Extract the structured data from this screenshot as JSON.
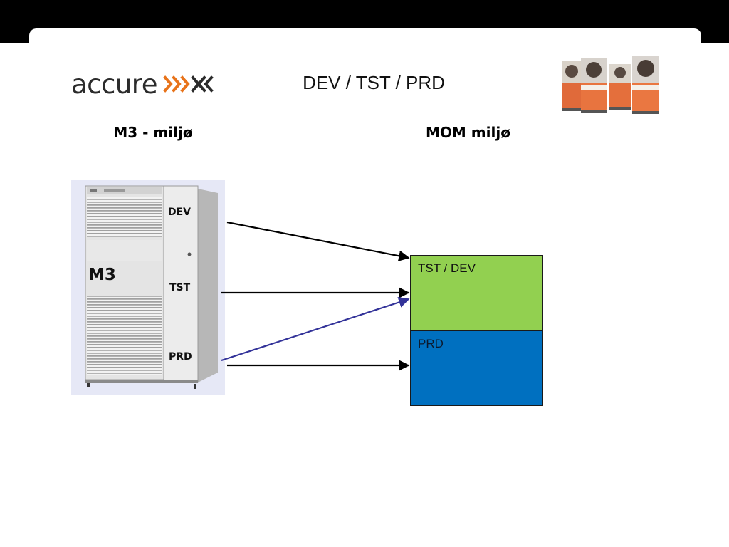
{
  "slide": {
    "logo_text": "accure",
    "title": "DEV / TST / PRD"
  },
  "left_column": {
    "heading": "M3 - miljø",
    "server": {
      "label": "M3",
      "env_labels": [
        "DEV",
        "TST",
        "PRD"
      ]
    }
  },
  "right_column": {
    "heading": "MOM miljø",
    "boxes": [
      {
        "label": "TST / DEV",
        "color": "#92d050"
      },
      {
        "label": "PRD",
        "color": "#0070c0"
      }
    ]
  },
  "colors": {
    "background_frame": "#000000",
    "logo_accent": "#e8731a",
    "arrow_black": "#000000",
    "arrow_blue": "#333399",
    "divider": "#3fa7bf"
  },
  "icons": [
    "accure-chevrons-icon",
    "product-cans-image",
    "server-cabinet-image"
  ]
}
